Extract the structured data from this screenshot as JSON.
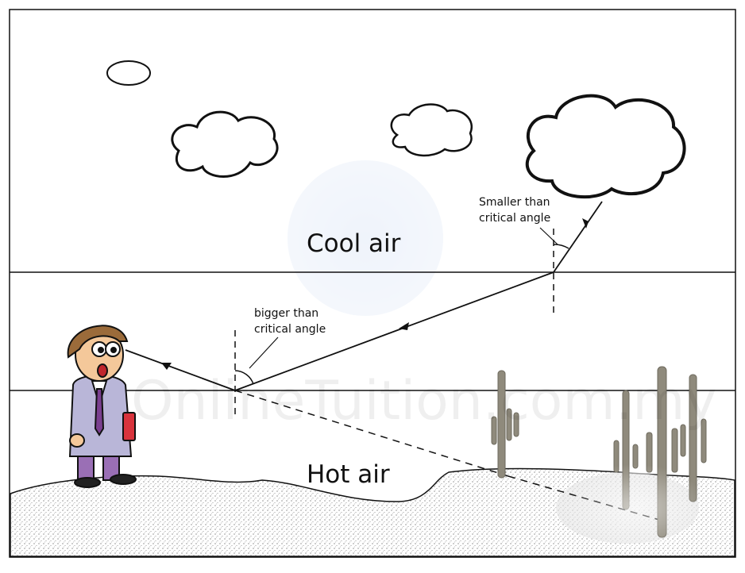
{
  "diagram": {
    "regions": {
      "cool": "Cool air",
      "hot": "Hot air"
    },
    "annotations": {
      "smaller_line1": "Smaller than",
      "smaller_line2": "critical angle",
      "bigger_line1": "bigger than",
      "bigger_line2": "critical angle"
    },
    "watermark": "OnlineTuition.com.my"
  },
  "colors": {
    "line": "#111111",
    "sand_dots": "#444444",
    "cactus": "#8f8a7c",
    "suit": "#b9b6d8",
    "hair": "#9b6b3a",
    "pants": "#9a6fb5",
    "book": "#d8333c"
  }
}
